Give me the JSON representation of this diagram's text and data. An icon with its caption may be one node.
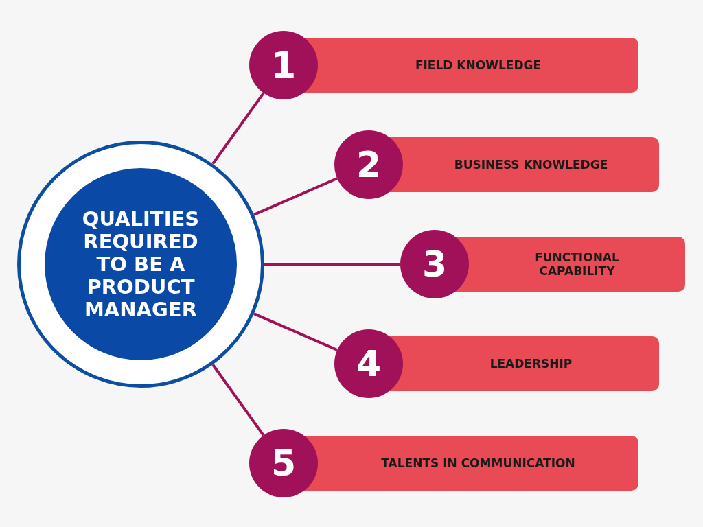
{
  "diagram": {
    "nodes": [
      {
        "text": [
          "QUALITIES REQUIRED TO BE A PRODUCT MANAGER"
        ]
      },
      {
        "text": [
          "1"
        ]
      },
      {
        "text": [
          "FIELD KNOWLEDGE"
        ]
      },
      {
        "text": [
          "2"
        ]
      },
      {
        "text": [
          "BUSINESS KNOWLEDGE"
        ]
      },
      {
        "text": [
          "3"
        ]
      },
      {
        "text": [
          "FUNCTIONAL CAPABILITY"
        ]
      },
      {
        "text": [
          "4"
        ]
      },
      {
        "text": [
          "LEADERSHIP"
        ]
      },
      {
        "text": [
          "5"
        ]
      },
      {
        "text": [
          "TALENTS IN COMMUNICATION"
        ]
      }
    ],
    "edges": [
      {
        "from": 0,
        "to": 1,
        "arrow": "none"
      },
      {
        "from": 0,
        "to": 3,
        "arrow": "none"
      },
      {
        "from": 0,
        "to": 5,
        "arrow": "none"
      },
      {
        "from": 0,
        "to": 7,
        "arrow": "none"
      },
      {
        "from": 0,
        "to": 9,
        "arrow": "none"
      }
    ]
  }
}
